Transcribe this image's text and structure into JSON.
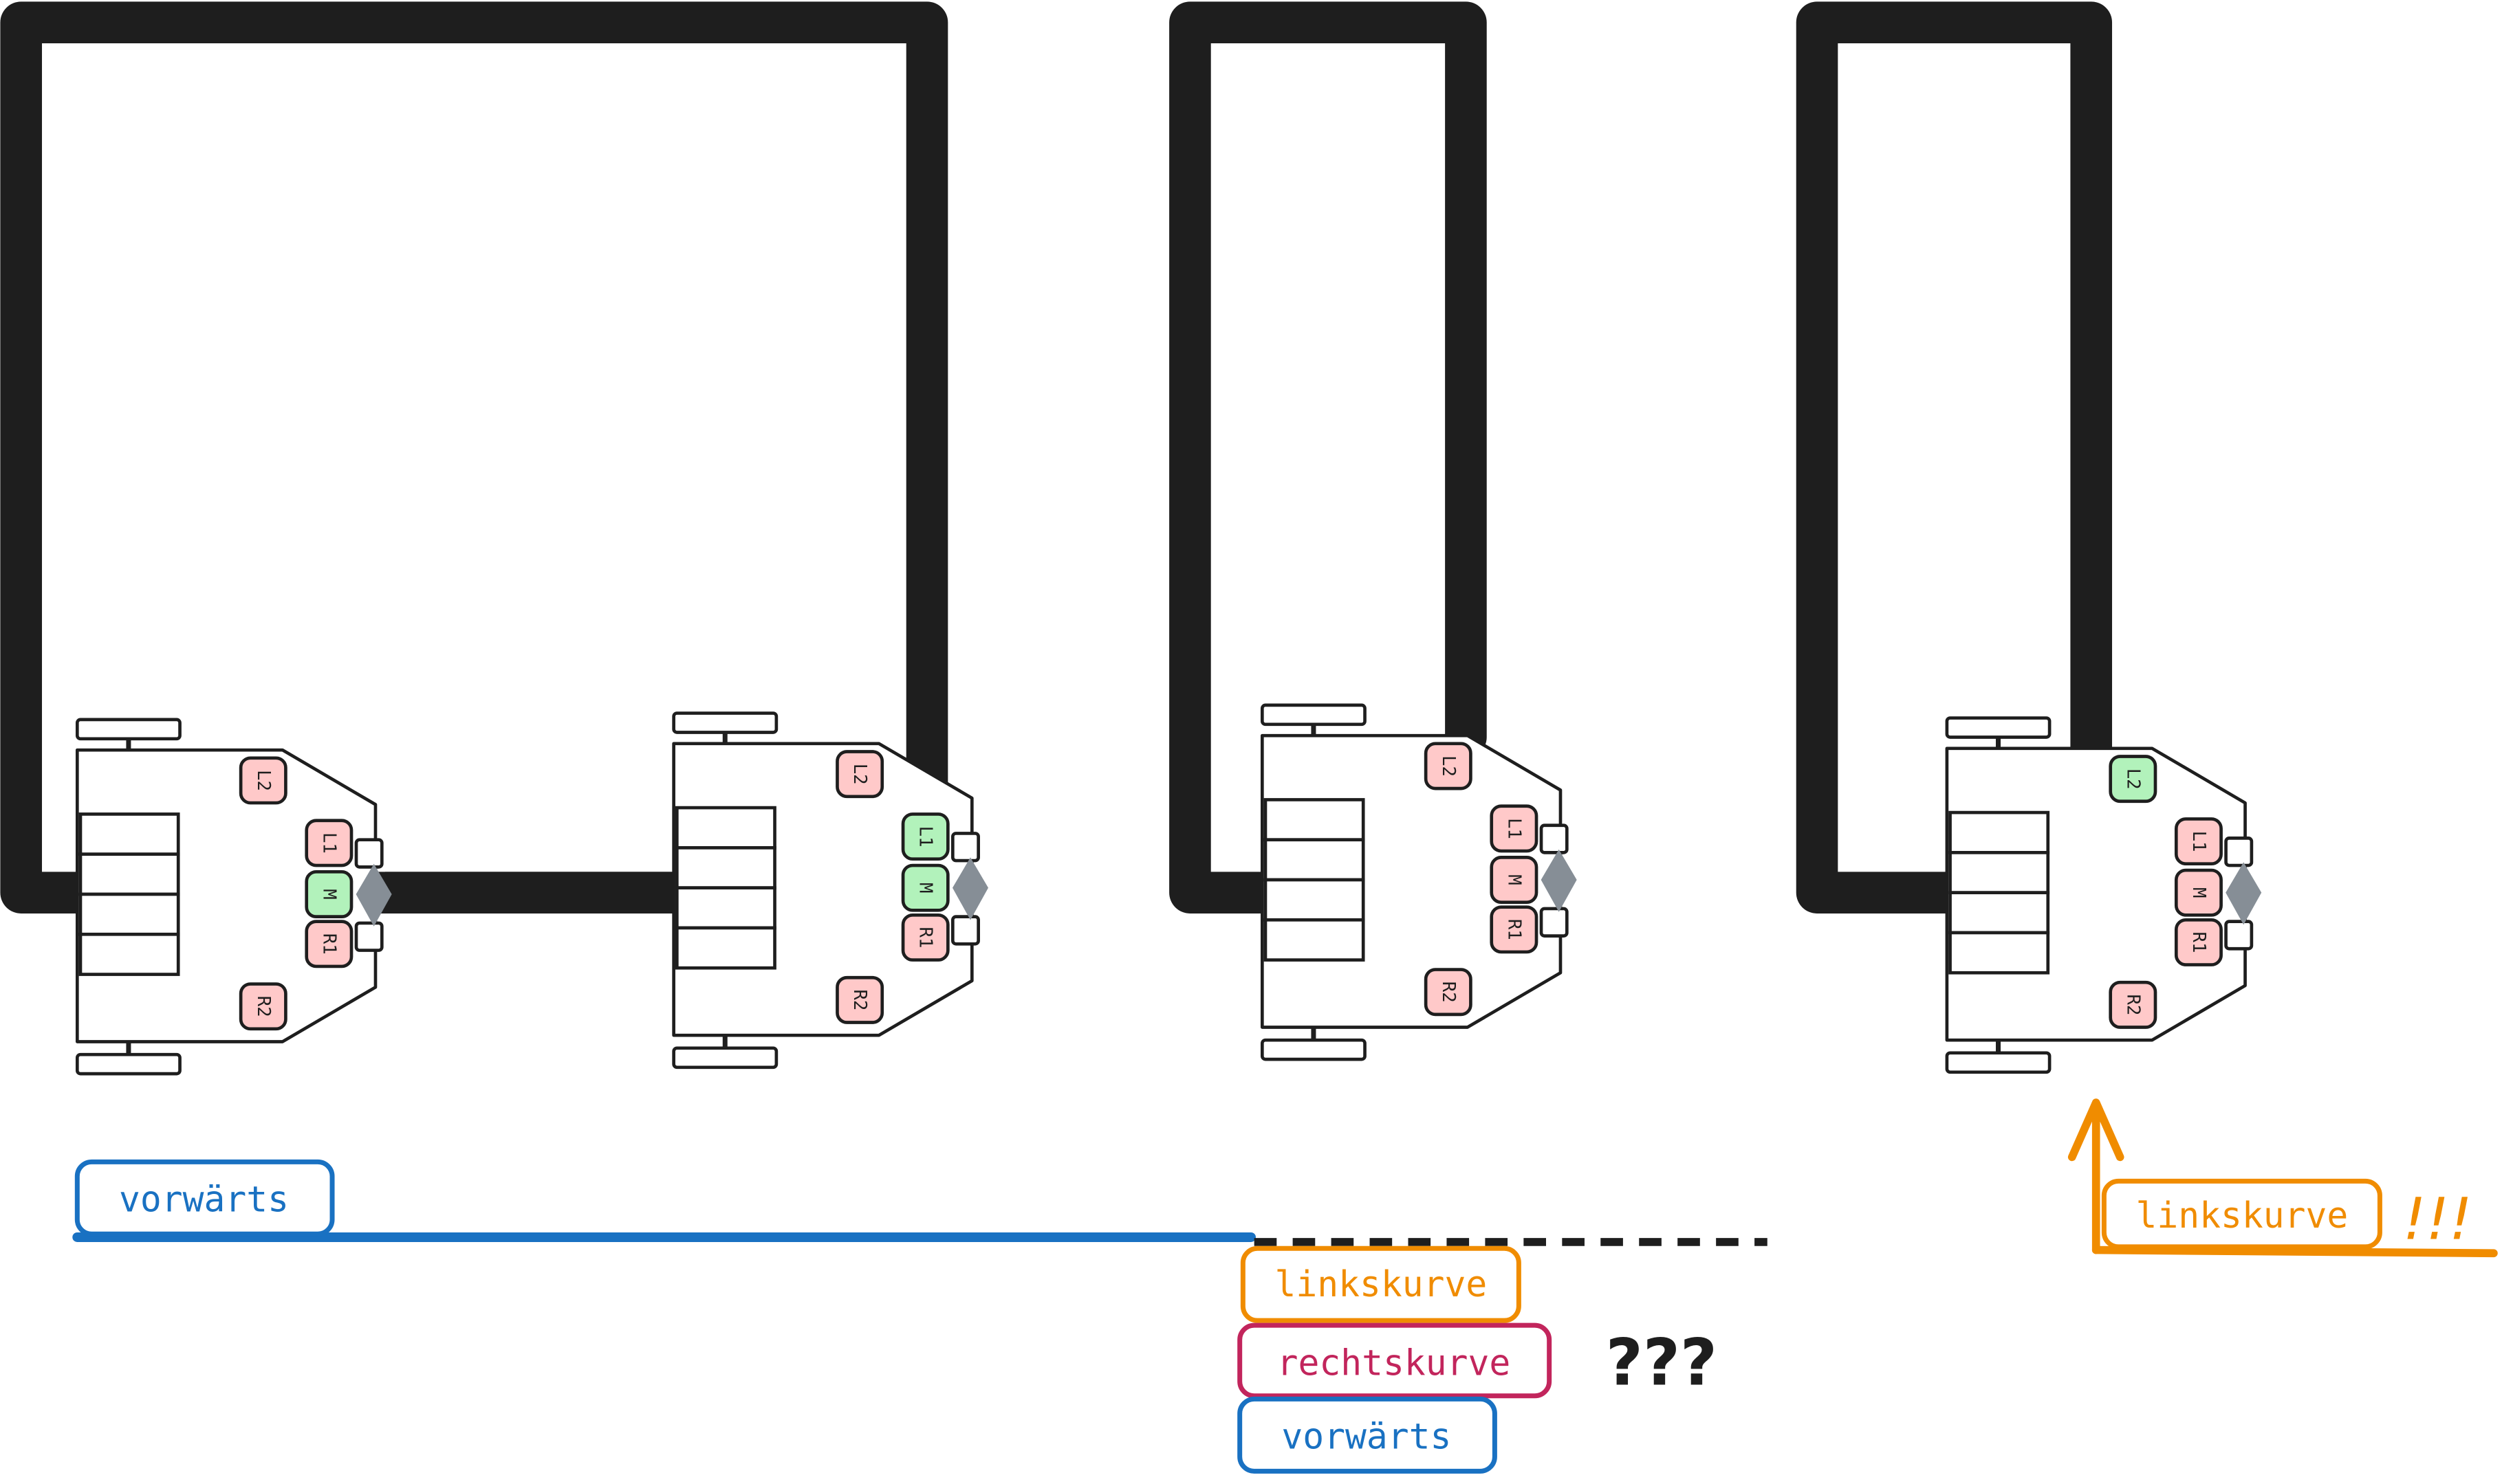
{
  "colors": {
    "track": "#1e1e1e",
    "sensor_off": "#ffc9c9",
    "sensor_on": "#b2f2bb",
    "sensor_border": "#1e1e1e",
    "robot_fill": "#ffffff",
    "robot_stroke": "#1e1e1e",
    "diamond": "#868e96",
    "forward": "#1971c2",
    "left_turn": "#f08c00",
    "right_turn": "#c2255c"
  },
  "sensor_labels": {
    "L2": "L2",
    "L1": "L1",
    "M": "M",
    "R1": "R1",
    "R2": "R2"
  },
  "robots": [
    {
      "active_sensors": [
        "M"
      ]
    },
    {
      "active_sensors": [
        "L1",
        "M"
      ]
    },
    {
      "active_sensors": []
    },
    {
      "active_sensors": [
        "L2"
      ]
    }
  ],
  "labels": {
    "forward_1": "vorwärts",
    "left_turn_options": "linkskurve",
    "right_turn_options": "rechtskurve",
    "forward_options": "vorwärts",
    "question": "???",
    "left_turn_final": "linkskurve",
    "emphasis": "!!!"
  }
}
